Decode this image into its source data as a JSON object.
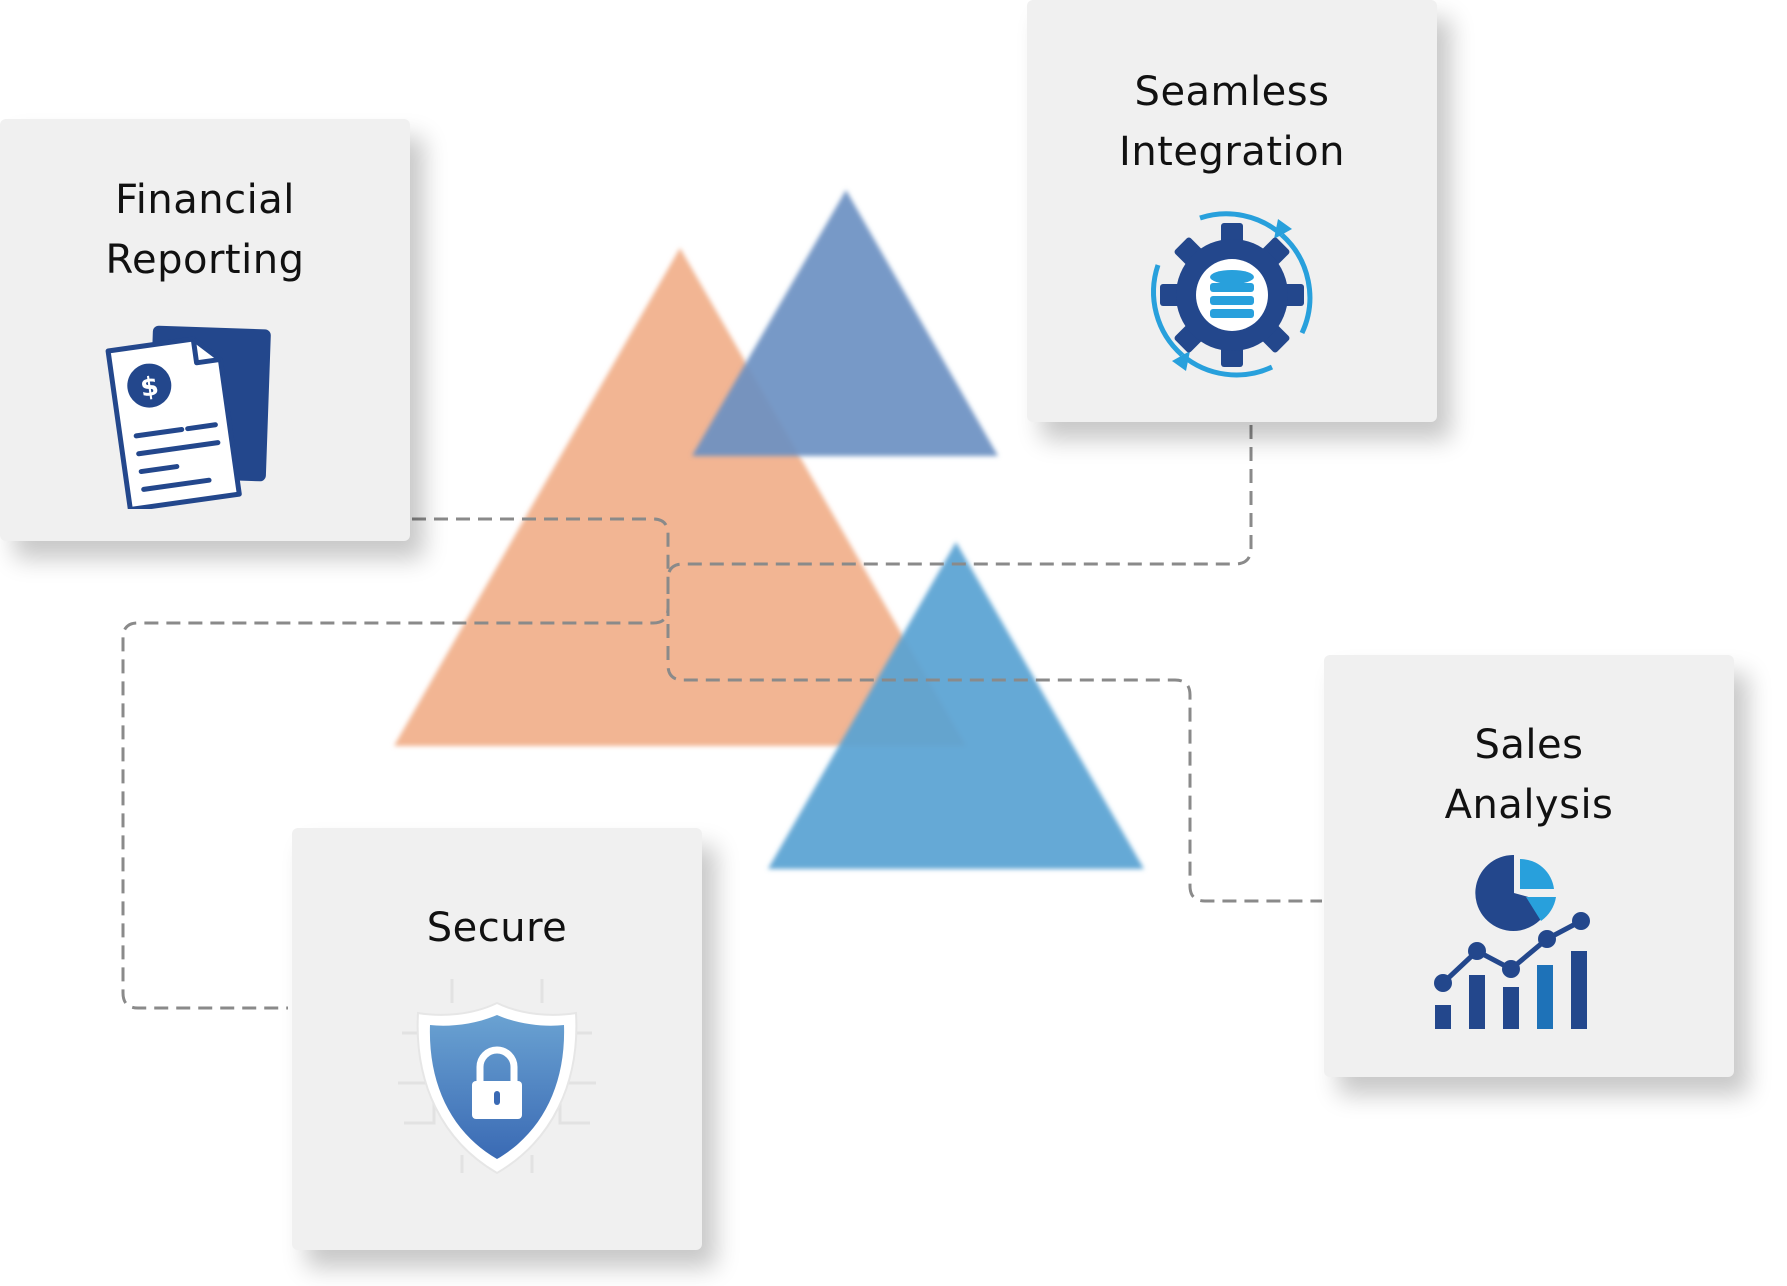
{
  "cards": {
    "financial_reporting": {
      "line1": "Financial",
      "line2": "Reporting",
      "icon": "financial-report-icon"
    },
    "seamless_integration": {
      "line1": "Seamless",
      "line2": "Integration",
      "icon": "database-gear-sync-icon"
    },
    "sales_analysis": {
      "line1": "Sales",
      "line2": "Analysis",
      "icon": "pie-bar-line-chart-icon"
    },
    "secure": {
      "line1": "Secure",
      "icon": "shield-lock-icon"
    }
  },
  "colors": {
    "orange_triangle": "#f2b593",
    "slate_blue_triangle": "#7599c6",
    "sky_blue_triangle": "#65a8d5",
    "connector": "#8a8a8a",
    "card_background": "#f0f0f0",
    "icon_navy": "#23478c",
    "icon_light_blue": "#28a0dc"
  }
}
